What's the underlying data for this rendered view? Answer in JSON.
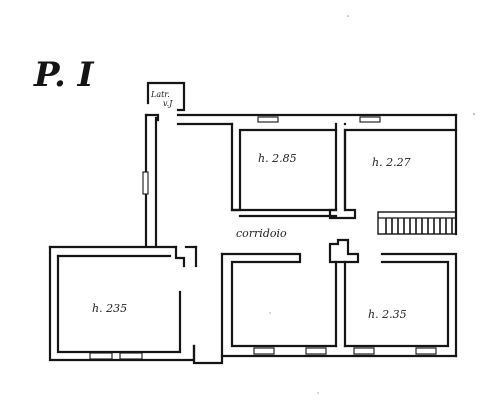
{
  "plan": {
    "title": "P. I",
    "wc_label_line1": "Latr.",
    "wc_label_line2": "v.J",
    "corridor_label": "corridoio",
    "rooms": [
      {
        "id": "room-top-middle",
        "label": "h. 2.85"
      },
      {
        "id": "room-top-right",
        "label": "h. 2.27"
      },
      {
        "id": "room-left",
        "label": "h. 235"
      },
      {
        "id": "room-bottom-right",
        "label": "h. 2.35"
      }
    ]
  }
}
